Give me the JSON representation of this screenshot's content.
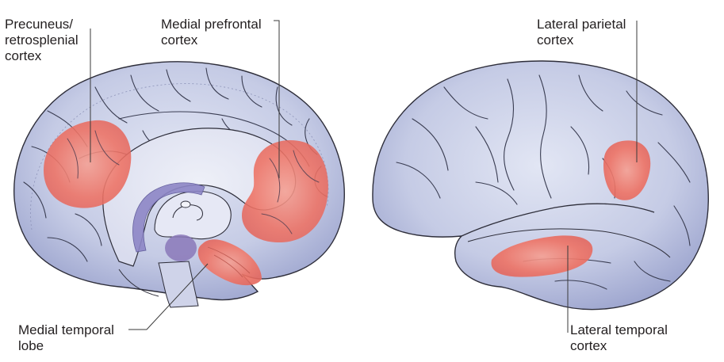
{
  "colors": {
    "brain_fill": "#c3c9e3",
    "brain_outline": "#2e2e3a",
    "region_fill": "#ee7063",
    "inner_fill": "#e3e6f3",
    "limbic_purple": "#8d86c6",
    "leader_line": "#3a3a3a",
    "text": "#231f20",
    "background": "#ffffff"
  },
  "labels": {
    "precuneus": {
      "line1": "Precuneus/",
      "line2": "retrosplenial",
      "line3": "cortex"
    },
    "medial_prefrontal": {
      "line1": "Medial prefrontal",
      "line2": "cortex"
    },
    "lateral_parietal": {
      "line1": "Lateral parietal",
      "line2": "cortex"
    },
    "medial_temporal": {
      "line1": "Medial temporal",
      "line2": "lobe"
    },
    "lateral_temporal": {
      "line1": "Lateral temporal",
      "line2": "cortex"
    }
  },
  "views": [
    {
      "name": "medial",
      "regions": [
        "precuneus-retrosplenial-cortex",
        "medial-prefrontal-cortex",
        "medial-temporal-lobe"
      ]
    },
    {
      "name": "lateral",
      "regions": [
        "lateral-parietal-cortex",
        "lateral-temporal-cortex"
      ]
    }
  ]
}
